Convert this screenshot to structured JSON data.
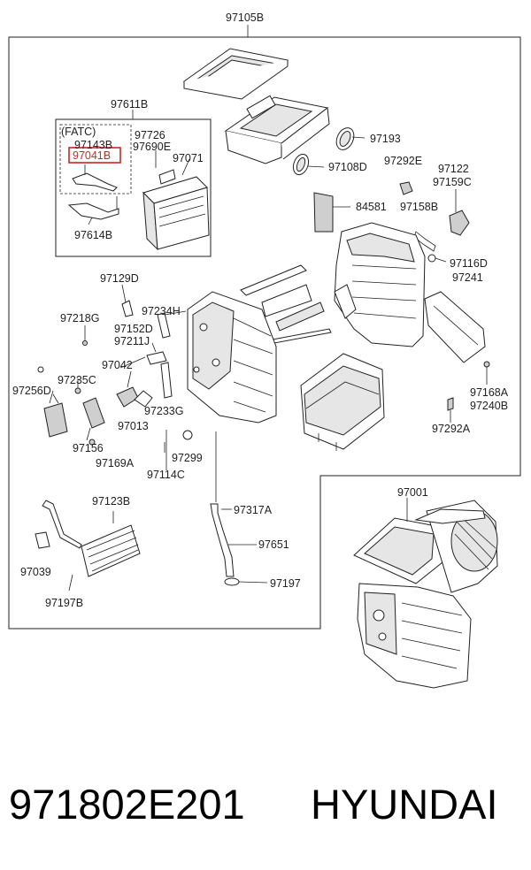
{
  "labels": {
    "top_assembly": "97105B",
    "case_kit": "97611B",
    "fatc": "(FATC)",
    "l97143B": "97143B",
    "l97041B": "97041B",
    "l97614B": "97614B",
    "l97726": "97726",
    "l97690E": "97690E",
    "l97071": "97071",
    "l97193": "97193",
    "l97108D": "97108D",
    "l97292E": "97292E",
    "l97122": "97122",
    "l97159C": "97159C",
    "l84581": "84581",
    "l97158B": "97158B",
    "l97116D": "97116D",
    "l97241": "97241",
    "l97129D": "97129D",
    "l97234H": "97234H",
    "l97218G": "97218G",
    "l97152D": "97152D",
    "l97211J": "97211J",
    "l97042": "97042",
    "l97235C": "97235C",
    "l97256D": "97256D",
    "l97233G": "97233G",
    "l97013": "97013",
    "l97156": "97156",
    "l97169A": "97169A",
    "l97299": "97299",
    "l97114C": "97114C",
    "l97168A": "97168A",
    "l97240B": "97240B",
    "l97292A": "97292A",
    "l97123B": "97123B",
    "l97317A": "97317A",
    "l97651": "97651",
    "l97197": "97197",
    "l97039": "97039",
    "l97197B": "97197B",
    "l97001": "97001"
  },
  "colors": {
    "highlight": "#d22222",
    "line": "#222222"
  },
  "footer": {
    "part_number": "971802E201",
    "brand": "HYUNDAI"
  }
}
